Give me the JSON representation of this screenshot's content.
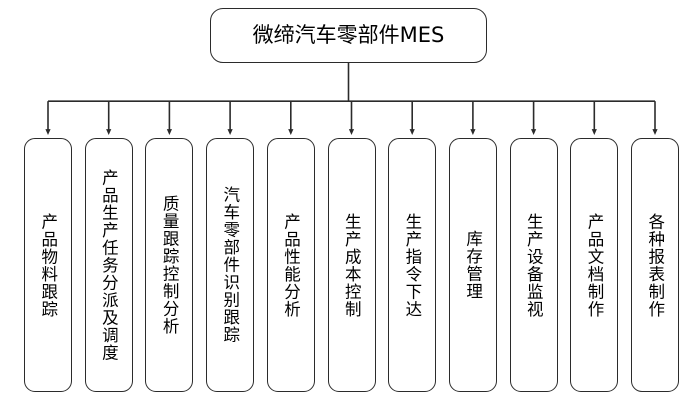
{
  "diagram": {
    "type": "org-chart",
    "orientation": "top-down",
    "root": {
      "label": "微缔汽车零部件MES"
    },
    "connector": {
      "style": "orthogonal-bus",
      "arrowhead": "filled-triangle",
      "line_color": "#2b2b2b"
    },
    "nodes": [
      {
        "label": "产品物料跟踪"
      },
      {
        "label": "产品生产任务分派及调度"
      },
      {
        "label": "质量跟踪控制分析"
      },
      {
        "label": "汽车零部件识别跟踪"
      },
      {
        "label": "产品性能分析"
      },
      {
        "label": "生产成本控制"
      },
      {
        "label": "生产指令下达"
      },
      {
        "label": "库存管理"
      },
      {
        "label": "生产设备监视"
      },
      {
        "label": "产品文档制作"
      },
      {
        "label": "各种报表制作"
      }
    ],
    "colors": {
      "stroke": "#2b2b2b",
      "fill": "#ffffff",
      "text": "#000000"
    }
  }
}
